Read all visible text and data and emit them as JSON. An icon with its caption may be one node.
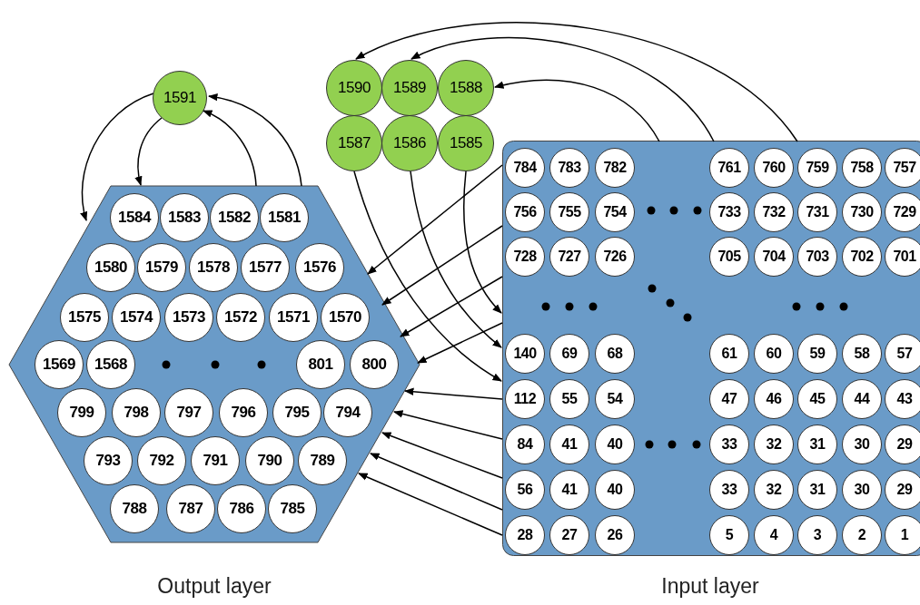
{
  "diagram": {
    "nodes": [
      {
        "text": [
          "1591"
        ]
      },
      {
        "text": [
          "1590"
        ]
      },
      {
        "text": [
          "1589"
        ]
      },
      {
        "text": [
          "1588"
        ]
      },
      {
        "text": [
          "1587"
        ]
      },
      {
        "text": [
          "1586"
        ]
      },
      {
        "text": [
          "1585"
        ]
      },
      {
        "text": [
          "Output layer"
        ]
      },
      {
        "text": [
          "1584"
        ],
        "in": 7
      },
      {
        "text": [
          "1583"
        ],
        "in": 7
      },
      {
        "text": [
          "1582"
        ],
        "in": 7
      },
      {
        "text": [
          "1581"
        ],
        "in": 7
      },
      {
        "text": [
          "1580"
        ],
        "in": 7
      },
      {
        "text": [
          "1579"
        ],
        "in": 7
      },
      {
        "text": [
          "1578"
        ],
        "in": 7
      },
      {
        "text": [
          "1577"
        ],
        "in": 7
      },
      {
        "text": [
          "1576"
        ],
        "in": 7
      },
      {
        "text": [
          "1575"
        ],
        "in": 7
      },
      {
        "text": [
          "1574"
        ],
        "in": 7
      },
      {
        "text": [
          "1573"
        ],
        "in": 7
      },
      {
        "text": [
          "1572"
        ],
        "in": 7
      },
      {
        "text": [
          "1571"
        ],
        "in": 7
      },
      {
        "text": [
          "1570"
        ],
        "in": 7
      },
      {
        "text": [
          "1569"
        ],
        "in": 7
      },
      {
        "text": [
          "1568"
        ],
        "in": 7
      },
      {
        "text": [
          "801"
        ],
        "in": 7
      },
      {
        "text": [
          "800"
        ],
        "in": 7
      },
      {
        "text": [
          "799"
        ],
        "in": 7
      },
      {
        "text": [
          "798"
        ],
        "in": 7
      },
      {
        "text": [
          "797"
        ],
        "in": 7
      },
      {
        "text": [
          "796"
        ],
        "in": 7
      },
      {
        "text": [
          "795"
        ],
        "in": 7
      },
      {
        "text": [
          "794"
        ],
        "in": 7
      },
      {
        "text": [
          "793"
        ],
        "in": 7
      },
      {
        "text": [
          "792"
        ],
        "in": 7
      },
      {
        "text": [
          "791"
        ],
        "in": 7
      },
      {
        "text": [
          "790"
        ],
        "in": 7
      },
      {
        "text": [
          "789"
        ],
        "in": 7
      },
      {
        "text": [
          "788"
        ],
        "in": 7
      },
      {
        "text": [
          "787"
        ],
        "in": 7
      },
      {
        "text": [
          "786"
        ],
        "in": 7
      },
      {
        "text": [
          "785"
        ],
        "in": 7
      },
      {
        "text": [
          "Input layer"
        ]
      },
      {
        "text": [
          "784"
        ],
        "in": 42
      },
      {
        "text": [
          "783"
        ],
        "in": 42
      },
      {
        "text": [
          "782"
        ],
        "in": 42
      },
      {
        "text": [
          "761"
        ],
        "in": 42
      },
      {
        "text": [
          "760"
        ],
        "in": 42
      },
      {
        "text": [
          "759"
        ],
        "in": 42
      },
      {
        "text": [
          "758"
        ],
        "in": 42
      },
      {
        "text": [
          "757"
        ],
        "in": 42
      },
      {
        "text": [
          "756"
        ],
        "in": 42
      },
      {
        "text": [
          "755"
        ],
        "in": 42
      },
      {
        "text": [
          "754"
        ],
        "in": 42
      },
      {
        "text": [
          "733"
        ],
        "in": 42
      },
      {
        "text": [
          "732"
        ],
        "in": 42
      },
      {
        "text": [
          "731"
        ],
        "in": 42
      },
      {
        "text": [
          "730"
        ],
        "in": 42
      },
      {
        "text": [
          "729"
        ],
        "in": 42
      },
      {
        "text": [
          "728"
        ],
        "in": 42
      },
      {
        "text": [
          "727"
        ],
        "in": 42
      },
      {
        "text": [
          "726"
        ],
        "in": 42
      },
      {
        "text": [
          "705"
        ],
        "in": 42
      },
      {
        "text": [
          "704"
        ],
        "in": 42
      },
      {
        "text": [
          "703"
        ],
        "in": 42
      },
      {
        "text": [
          "702"
        ],
        "in": 42
      },
      {
        "text": [
          "701"
        ],
        "in": 42
      },
      {
        "text": [
          "140"
        ],
        "in": 42
      },
      {
        "text": [
          "69"
        ],
        "in": 42
      },
      {
        "text": [
          "68"
        ],
        "in": 42
      },
      {
        "text": [
          "61"
        ],
        "in": 42
      },
      {
        "text": [
          "60"
        ],
        "in": 42
      },
      {
        "text": [
          "59"
        ],
        "in": 42
      },
      {
        "text": [
          "58"
        ],
        "in": 42
      },
      {
        "text": [
          "57"
        ],
        "in": 42
      },
      {
        "text": [
          "112"
        ],
        "in": 42
      },
      {
        "text": [
          "55"
        ],
        "in": 42
      },
      {
        "text": [
          "54"
        ],
        "in": 42
      },
      {
        "text": [
          "47"
        ],
        "in": 42
      },
      {
        "text": [
          "46"
        ],
        "in": 42
      },
      {
        "text": [
          "45"
        ],
        "in": 42
      },
      {
        "text": [
          "44"
        ],
        "in": 42
      },
      {
        "text": [
          "43"
        ],
        "in": 42
      },
      {
        "text": [
          "84"
        ],
        "in": 42
      },
      {
        "text": [
          "41"
        ],
        "in": 42
      },
      {
        "text": [
          "40"
        ],
        "in": 42
      },
      {
        "text": [
          "33"
        ],
        "in": 42
      },
      {
        "text": [
          "32"
        ],
        "in": 42
      },
      {
        "text": [
          "31"
        ],
        "in": 42
      },
      {
        "text": [
          "30"
        ],
        "in": 42
      },
      {
        "text": [
          "29"
        ],
        "in": 42
      },
      {
        "text": [
          "56"
        ],
        "in": 42
      },
      {
        "text": [
          "41"
        ],
        "in": 42
      },
      {
        "text": [
          "40"
        ],
        "in": 42
      },
      {
        "text": [
          "33"
        ],
        "in": 42
      },
      {
        "text": [
          "32"
        ],
        "in": 42
      },
      {
        "text": [
          "31"
        ],
        "in": 42
      },
      {
        "text": [
          "30"
        ],
        "in": 42
      },
      {
        "text": [
          "29"
        ],
        "in": 42
      },
      {
        "text": [
          "28"
        ],
        "in": 42
      },
      {
        "text": [
          "27"
        ],
        "in": 42
      },
      {
        "text": [
          "26"
        ],
        "in": 42
      },
      {
        "text": [
          "5"
        ],
        "in": 42
      },
      {
        "text": [
          "4"
        ],
        "in": 42
      },
      {
        "text": [
          "3"
        ],
        "in": 42
      },
      {
        "text": [
          "2"
        ],
        "in": 42
      },
      {
        "text": [
          "1"
        ],
        "in": 42
      }
    ],
    "edges": [
      {
        "from": 0,
        "to": 7,
        "arrow": "to"
      },
      {
        "from": 0,
        "to": 7,
        "arrow": "to"
      },
      {
        "from": 7,
        "to": 0,
        "arrow": "to"
      },
      {
        "from": 7,
        "to": 0,
        "arrow": "to"
      },
      {
        "from": 42,
        "to": 1,
        "arrow": "to"
      },
      {
        "from": 42,
        "to": 2,
        "arrow": "to"
      },
      {
        "from": 42,
        "to": 3,
        "arrow": "to"
      },
      {
        "from": 4,
        "to": 42,
        "arrow": "to"
      },
      {
        "from": 5,
        "to": 42,
        "arrow": "to"
      },
      {
        "from": 6,
        "to": 42,
        "arrow": "to"
      },
      {
        "from": 42,
        "to": 7,
        "arrow": "to"
      },
      {
        "from": 42,
        "to": 7,
        "arrow": "to"
      },
      {
        "from": 42,
        "to": 7,
        "arrow": "to"
      },
      {
        "from": 42,
        "to": 7,
        "arrow": "to"
      },
      {
        "from": 42,
        "to": 7,
        "arrow": "to"
      },
      {
        "from": 42,
        "to": 7,
        "arrow": "to"
      },
      {
        "from": 42,
        "to": 7,
        "arrow": "to"
      },
      {
        "from": 42,
        "to": 7,
        "arrow": "to"
      },
      {
        "from": 42,
        "to": 7,
        "arrow": "to"
      }
    ]
  }
}
